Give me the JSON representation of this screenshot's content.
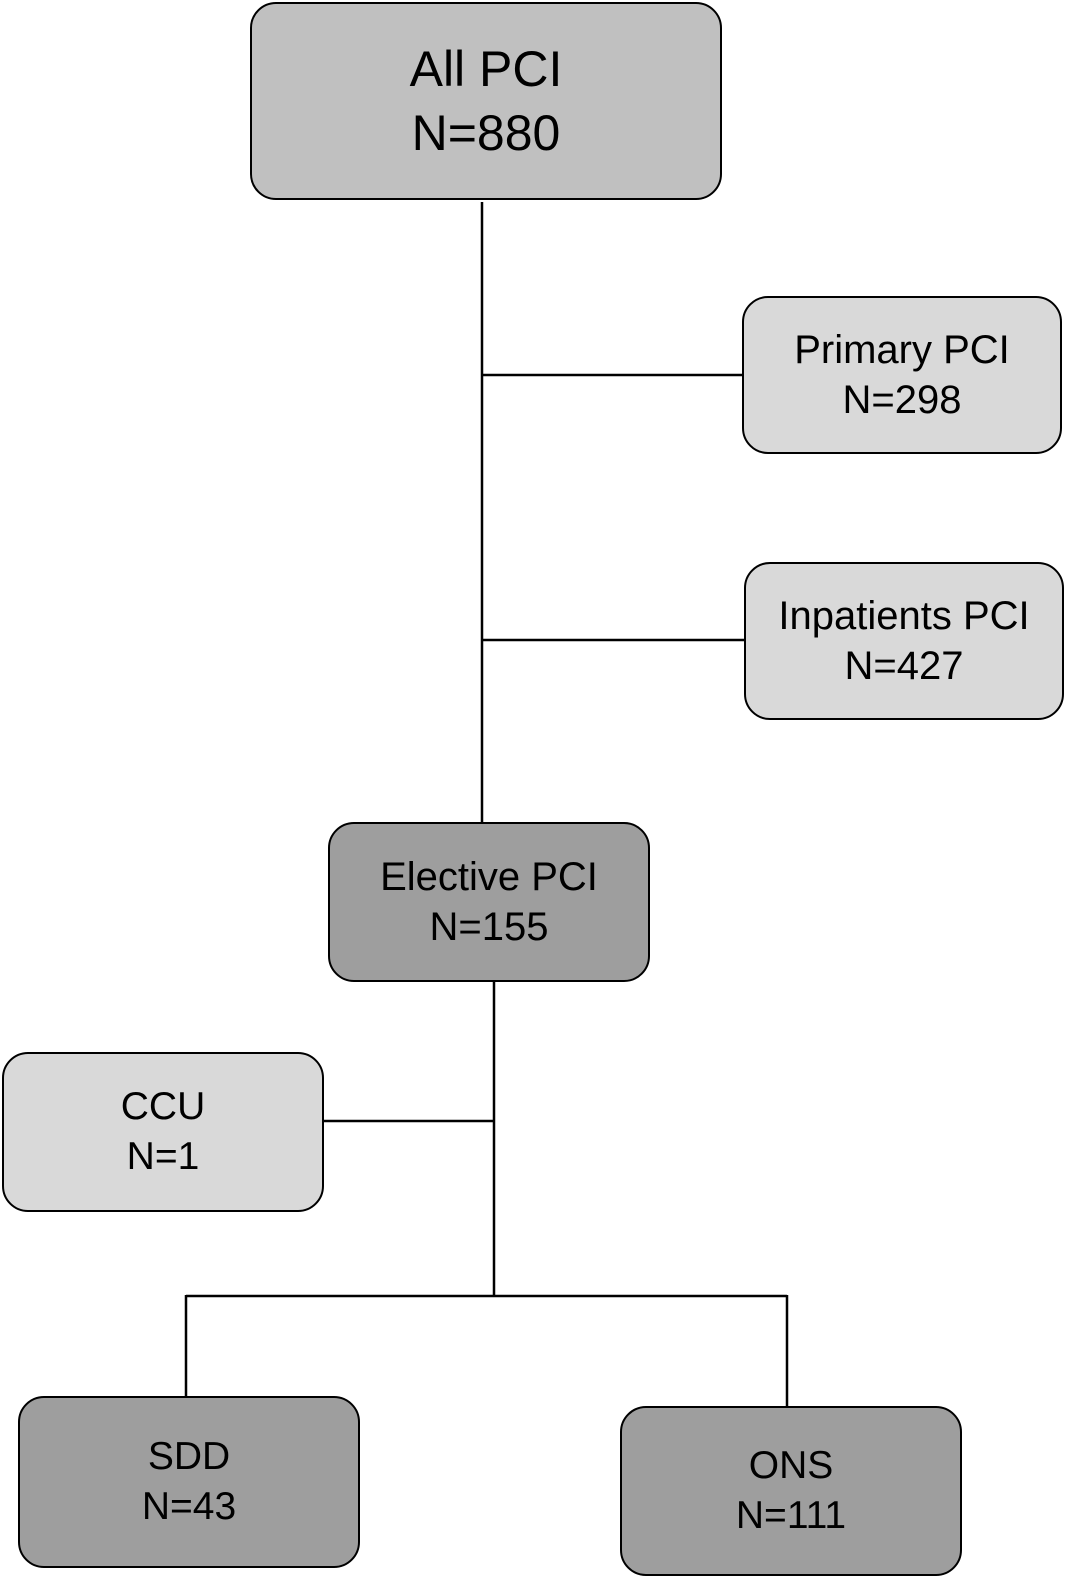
{
  "colors": {
    "level_dark": "#9e9e9e",
    "level_mid": "#c0c0c0",
    "level_light": "#d9d9d9",
    "line": "#000000"
  },
  "nodes": {
    "all_pci": {
      "label": "All PCI",
      "count": "N=880"
    },
    "primary_pci": {
      "label": "Primary PCI",
      "count": "N=298"
    },
    "inpatients_pci": {
      "label": "Inpatients PCI",
      "count": "N=427"
    },
    "elective_pci": {
      "label": "Elective PCI",
      "count": "N=155"
    },
    "ccu": {
      "label": "CCU",
      "count": "N=1"
    },
    "sdd": {
      "label": "SDD",
      "count": "N=43"
    },
    "ons": {
      "label": "ONS",
      "count": "N=111"
    }
  },
  "edges": [
    {
      "from": "all_pci",
      "to": "primary_pci"
    },
    {
      "from": "all_pci",
      "to": "inpatients_pci"
    },
    {
      "from": "all_pci",
      "to": "elective_pci"
    },
    {
      "from": "elective_pci",
      "to": "ccu"
    },
    {
      "from": "elective_pci",
      "to": "sdd"
    },
    {
      "from": "elective_pci",
      "to": "ons"
    }
  ]
}
